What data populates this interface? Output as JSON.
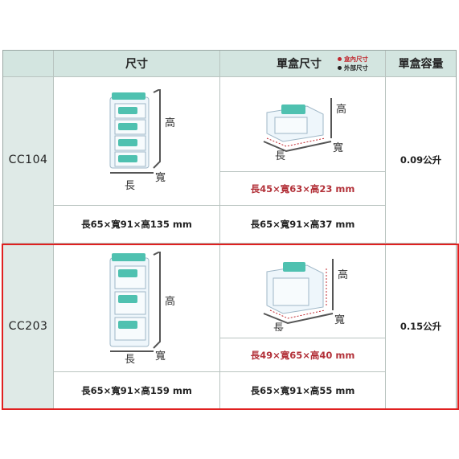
{
  "headers": {
    "size": "尺寸",
    "single_box_size": "單盒尺寸",
    "single_box_capacity": "單盒容量"
  },
  "legend": {
    "inner": "盒內尺寸",
    "outer": "外部尺寸",
    "inner_color": "#c0282f",
    "outer_color": "#222222"
  },
  "diagram_labels": {
    "length": "長",
    "width": "寬",
    "height": "高"
  },
  "rows": [
    {
      "model": "CC104",
      "overall_size": "長65×寬91×高135 mm",
      "inner_size": "長45×寬63×高23 mm",
      "outer_size": "長65×寬91×高37 mm",
      "capacity": "0.09公升"
    },
    {
      "model": "CC203",
      "overall_size": "長65×寬91×高159 mm",
      "inner_size": "長49×寬65×高40 mm",
      "outer_size": "長65×寬91×高55 mm",
      "capacity": "0.15公升"
    }
  ],
  "colors": {
    "header_bg": "#d3e5e0",
    "accent_teal": "#4fc1b0",
    "highlight": "#e02020",
    "inner_text": "#b3323a"
  }
}
